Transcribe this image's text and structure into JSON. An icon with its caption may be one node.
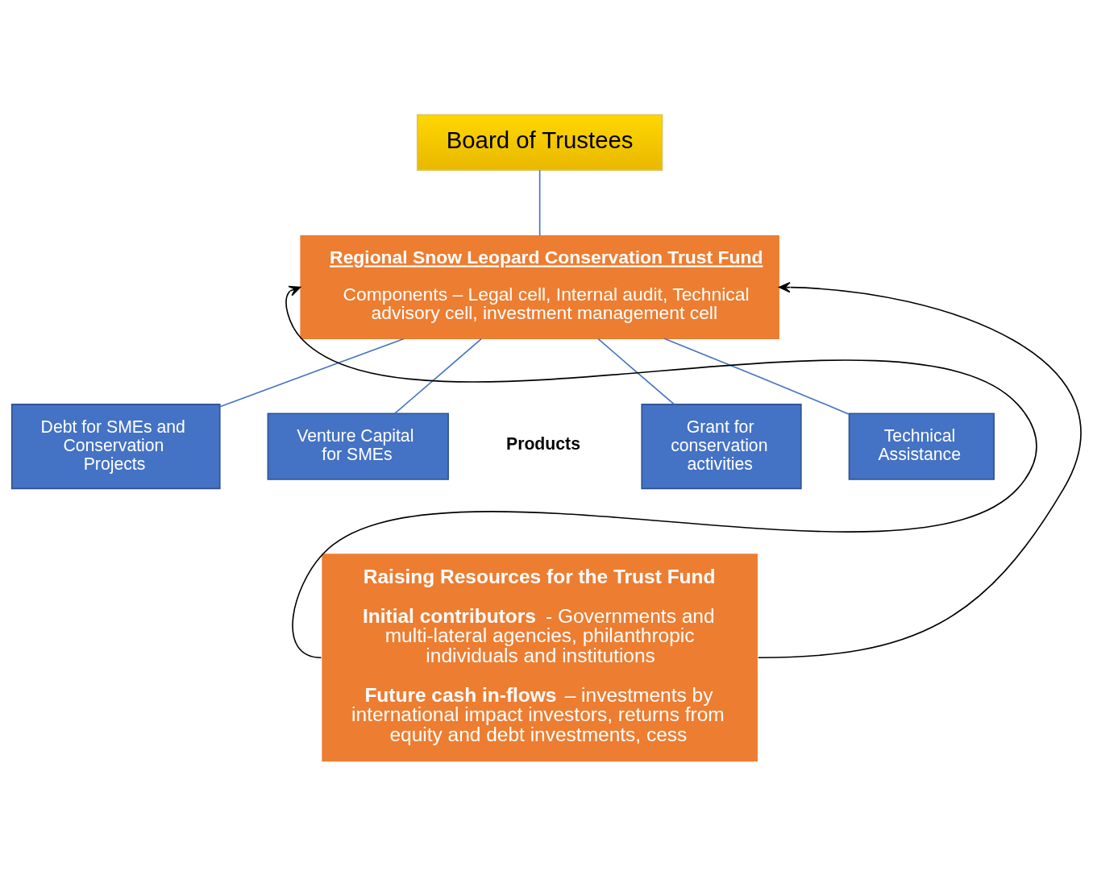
{
  "diagram": {
    "nodes": [
      {
        "text": [
          "Board of Trustees"
        ]
      },
      {
        "text": [
          "Regional Snow Leopard Conservation Trust Fund",
          "Components – Legal cell, Internal audit, Technical advisory cell, investment management cell"
        ]
      },
      {
        "text": [
          "Debt for SMEs and Conservation Projects"
        ]
      },
      {
        "text": [
          "Venture Capital for SMEs"
        ]
      },
      {
        "text": [
          "Grant for conservation activities"
        ]
      },
      {
        "text": [
          "Technical Assistance"
        ]
      },
      {
        "text": [
          "Raising Resources for the Trust Fund",
          "**Initial contributors** - Governments and multi-lateral agencies, philanthropic individuals and institutions",
          "**Future cash in-flows** – investments by international impact investors, returns from equity and debt investments, cess"
        ]
      }
    ],
    "edges": [
      {
        "from": 0,
        "to": 1,
        "arrow": "none",
        "color": "#4472c4"
      },
      {
        "from": 1,
        "to": 2,
        "arrow": "none",
        "color": "#4472c4"
      },
      {
        "from": 1,
        "to": 3,
        "arrow": "none",
        "color": "#4472c4"
      },
      {
        "from": 1,
        "to": 4,
        "arrow": "none",
        "color": "#4472c4"
      },
      {
        "from": 1,
        "to": 5,
        "arrow": "none",
        "color": "#4472c4"
      },
      {
        "from": 6,
        "to": 1,
        "arrow": "to",
        "color": "#000000"
      },
      {
        "from": 6,
        "to": 1,
        "arrow": "to",
        "color": "#000000"
      }
    ],
    "labels": [
      "Products"
    ]
  }
}
